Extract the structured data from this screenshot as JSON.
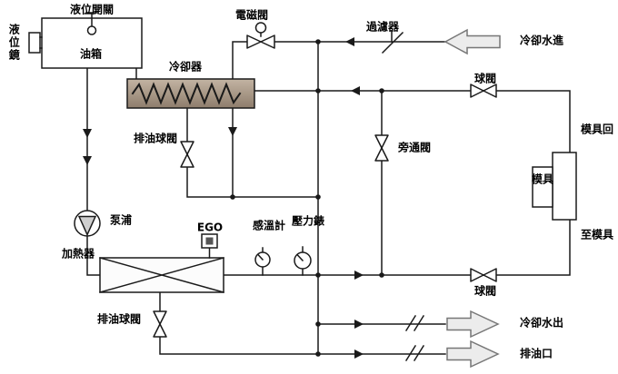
{
  "colors": {
    "background": "#ffffff",
    "line": "#1a1a1a",
    "cooler_gradient_top": "#c3b4a3",
    "cooler_gradient_bottom": "#8e7d6c",
    "flow_arrow_fill": "#ececec",
    "flow_arrow_stroke": "#777777",
    "pump_triangle_fill": "#cfcfcf"
  },
  "labels": {
    "liquid_level_switch": "液位開關",
    "liquid_level_sight_glass": "液位鏡",
    "oil_tank": "油箱",
    "solenoid_valve": "電磁閥",
    "cooler": "冷卻器",
    "filter": "過濾器",
    "cooling_water_in": "冷卻水進",
    "ball_valve_top": "球閥",
    "drain_ball_valve_cooler": "排油球閥",
    "bypass_valve": "旁通閥",
    "mold_return": "模具回",
    "mold": "模具",
    "to_mold": "至模具",
    "pump": "泵浦",
    "ego": "EGO",
    "heater": "加熱器",
    "temperature_gauge": "感溫計",
    "pressure_gauge": "壓力錶",
    "ball_valve_bottom": "球閥",
    "drain_ball_valve_heater": "排油球閥",
    "cooling_water_out": "冷卻水出",
    "oil_drain_port": "排油口"
  }
}
